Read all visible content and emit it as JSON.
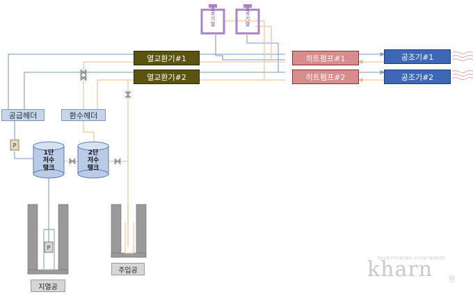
{
  "units": {
    "heat_exchanger_1": "열교환기#1",
    "heat_exchanger_2": "열교환기#2",
    "heat_pump_1": "히트펌프#1",
    "heat_pump_2": "히트펌프#2",
    "ahu_1": "공조기#1",
    "ahu_2": "공조기#2",
    "supply_header": "공급헤더",
    "return_header": "환수헤더",
    "tank_1": [
      "1단",
      "저수",
      "탱크"
    ],
    "tank_2": [
      "2단",
      "저수",
      "탱크"
    ],
    "air_heat_1": "공기열",
    "air_heat_2": "공기열",
    "geothermal_well": "지열공",
    "injection_well": "주입공",
    "pump_label": "P"
  },
  "watermark": {
    "small_text": "국토교통과학기술진흥원 국가건설기술정보센터",
    "logo_text": "kharn",
    "logo_suffix": "한"
  },
  "colors": {
    "blue_line": "#8ea9cf",
    "orange_line": "#f0c79a",
    "well_wall": "#9a9a9a",
    "air_unit": "#a983c4"
  }
}
